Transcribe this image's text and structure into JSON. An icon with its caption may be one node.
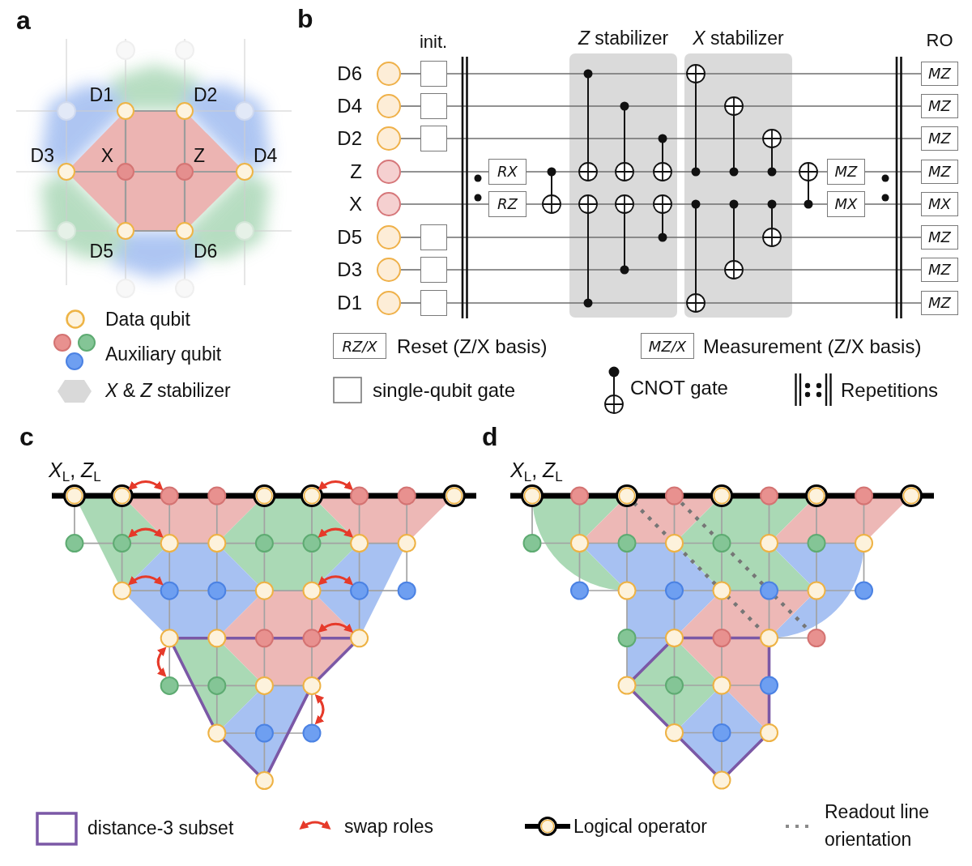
{
  "diagram": {
    "nodes": [
      {
        "text": [],
        "shape": "circle",
        "beside": [
          "D1"
        ]
      },
      {
        "text": [],
        "shape": "circle",
        "beside": [
          "D2"
        ]
      },
      {
        "text": [],
        "shape": "circle",
        "beside": [
          "D3"
        ]
      },
      {
        "text": [],
        "shape": "circle",
        "beside": [
          "X"
        ]
      },
      {
        "text": [],
        "shape": "circle",
        "beside": [
          "Z"
        ]
      },
      {
        "text": [],
        "shape": "circle",
        "beside": [
          "D4"
        ]
      },
      {
        "text": [],
        "shape": "circle",
        "beside": [
          "D5"
        ]
      },
      {
        "text": [],
        "shape": "circle",
        "beside": [
          "D6"
        ]
      },
      {
        "text": [],
        "shape": "circle",
        "beside": [
          "D6"
        ]
      },
      {
        "text": [],
        "shape": "box"
      },
      {
        "text": [
          "MZ"
        ]
      },
      {
        "text": [],
        "shape": "circle",
        "beside": [
          "D4"
        ]
      },
      {
        "text": [],
        "shape": "box"
      },
      {
        "text": [
          "MZ"
        ]
      },
      {
        "text": [],
        "shape": "circle",
        "beside": [
          "D2"
        ]
      },
      {
        "text": [],
        "shape": "box"
      },
      {
        "text": [
          "MZ"
        ]
      },
      {
        "text": [],
        "shape": "circle",
        "beside": [
          "Z"
        ]
      },
      {
        "text": [
          "RX"
        ]
      },
      {
        "text": [
          "MZ"
        ]
      },
      {
        "text": [
          "MZ"
        ]
      },
      {
        "text": [],
        "shape": "circle",
        "beside": [
          "X"
        ]
      },
      {
        "text": [
          "RZ"
        ]
      },
      {
        "text": [
          "MX"
        ]
      },
      {
        "text": [
          "MX"
        ]
      },
      {
        "text": [],
        "shape": "circle",
        "beside": [
          "D5"
        ]
      },
      {
        "text": [],
        "shape": "box"
      },
      {
        "text": [
          "MZ"
        ]
      },
      {
        "text": [],
        "shape": "circle",
        "beside": [
          "D3"
        ]
      },
      {
        "text": [],
        "shape": "box"
      },
      {
        "text": [
          "MZ"
        ]
      },
      {
        "text": [],
        "shape": "circle",
        "beside": [
          "D1"
        ]
      },
      {
        "text": [],
        "shape": "box"
      },
      {
        "text": [
          "MZ"
        ]
      }
    ],
    "edges": [
      {
        "from": 0,
        "to": 1,
        "arrow": "none"
      },
      {
        "from": 0,
        "to": 3,
        "arrow": "none"
      },
      {
        "from": 1,
        "to": 4,
        "arrow": "none"
      },
      {
        "from": 2,
        "to": 3,
        "arrow": "none"
      },
      {
        "from": 3,
        "to": 4,
        "arrow": "none"
      },
      {
        "from": 4,
        "to": 5,
        "arrow": "none"
      },
      {
        "from": 3,
        "to": 6,
        "arrow": "none"
      },
      {
        "from": 4,
        "to": 7,
        "arrow": "none"
      },
      {
        "from": 6,
        "to": 7,
        "arrow": "none"
      },
      {
        "from": 8,
        "to": 9,
        "arrow": "none"
      },
      {
        "from": 9,
        "to": 10,
        "arrow": "none"
      },
      {
        "from": 11,
        "to": 12,
        "arrow": "none"
      },
      {
        "from": 12,
        "to": 13,
        "arrow": "none"
      },
      {
        "from": 14,
        "to": 15,
        "arrow": "none"
      },
      {
        "from": 15,
        "to": 16,
        "arrow": "none"
      },
      {
        "from": 17,
        "to": 18,
        "arrow": "none"
      },
      {
        "from": 18,
        "to": 19,
        "arrow": "none"
      },
      {
        "from": 19,
        "to": 20,
        "arrow": "none"
      },
      {
        "from": 21,
        "to": 22,
        "arrow": "none"
      },
      {
        "from": 22,
        "to": 23,
        "arrow": "none"
      },
      {
        "from": 23,
        "to": 24,
        "arrow": "none"
      },
      {
        "from": 25,
        "to": 26,
        "arrow": "none"
      },
      {
        "from": 26,
        "to": 27,
        "arrow": "none"
      },
      {
        "from": 28,
        "to": 29,
        "arrow": "none"
      },
      {
        "from": 29,
        "to": 30,
        "arrow": "none"
      },
      {
        "from": 31,
        "to": 32,
        "arrow": "none"
      },
      {
        "from": 32,
        "to": 33,
        "arrow": "none"
      }
    ],
    "labels": [
      "a",
      "b",
      "init.",
      "*Z* stabilizer",
      "*X* stabilizer",
      "RO",
      "RZ/X",
      "MZ/X",
      "c",
      "d",
      "*X*$_{L}$, *Z*$_{L}$",
      "*X*$_{L}$, *Z*$_{L}$"
    ],
    "legend": [
      {
        "text": "Data qubit"
      },
      {
        "text": "Auxiliary qubit"
      },
      {
        "text": "*X* & *Z* stabilizer",
        "color": "#d9d9d9"
      },
      {
        "text": "Reset (Z/X basis)"
      },
      {
        "text": "Measurement (Z/X basis)"
      },
      {
        "text": "single-qubit gate"
      },
      {
        "text": "CNOT gate"
      },
      {
        "text": "Repetitions"
      },
      {
        "text": "distance-3 subset"
      },
      {
        "text": "swap roles"
      },
      {
        "text": "Logical operator"
      },
      {
        "text": "Readout line orientation"
      }
    ]
  }
}
